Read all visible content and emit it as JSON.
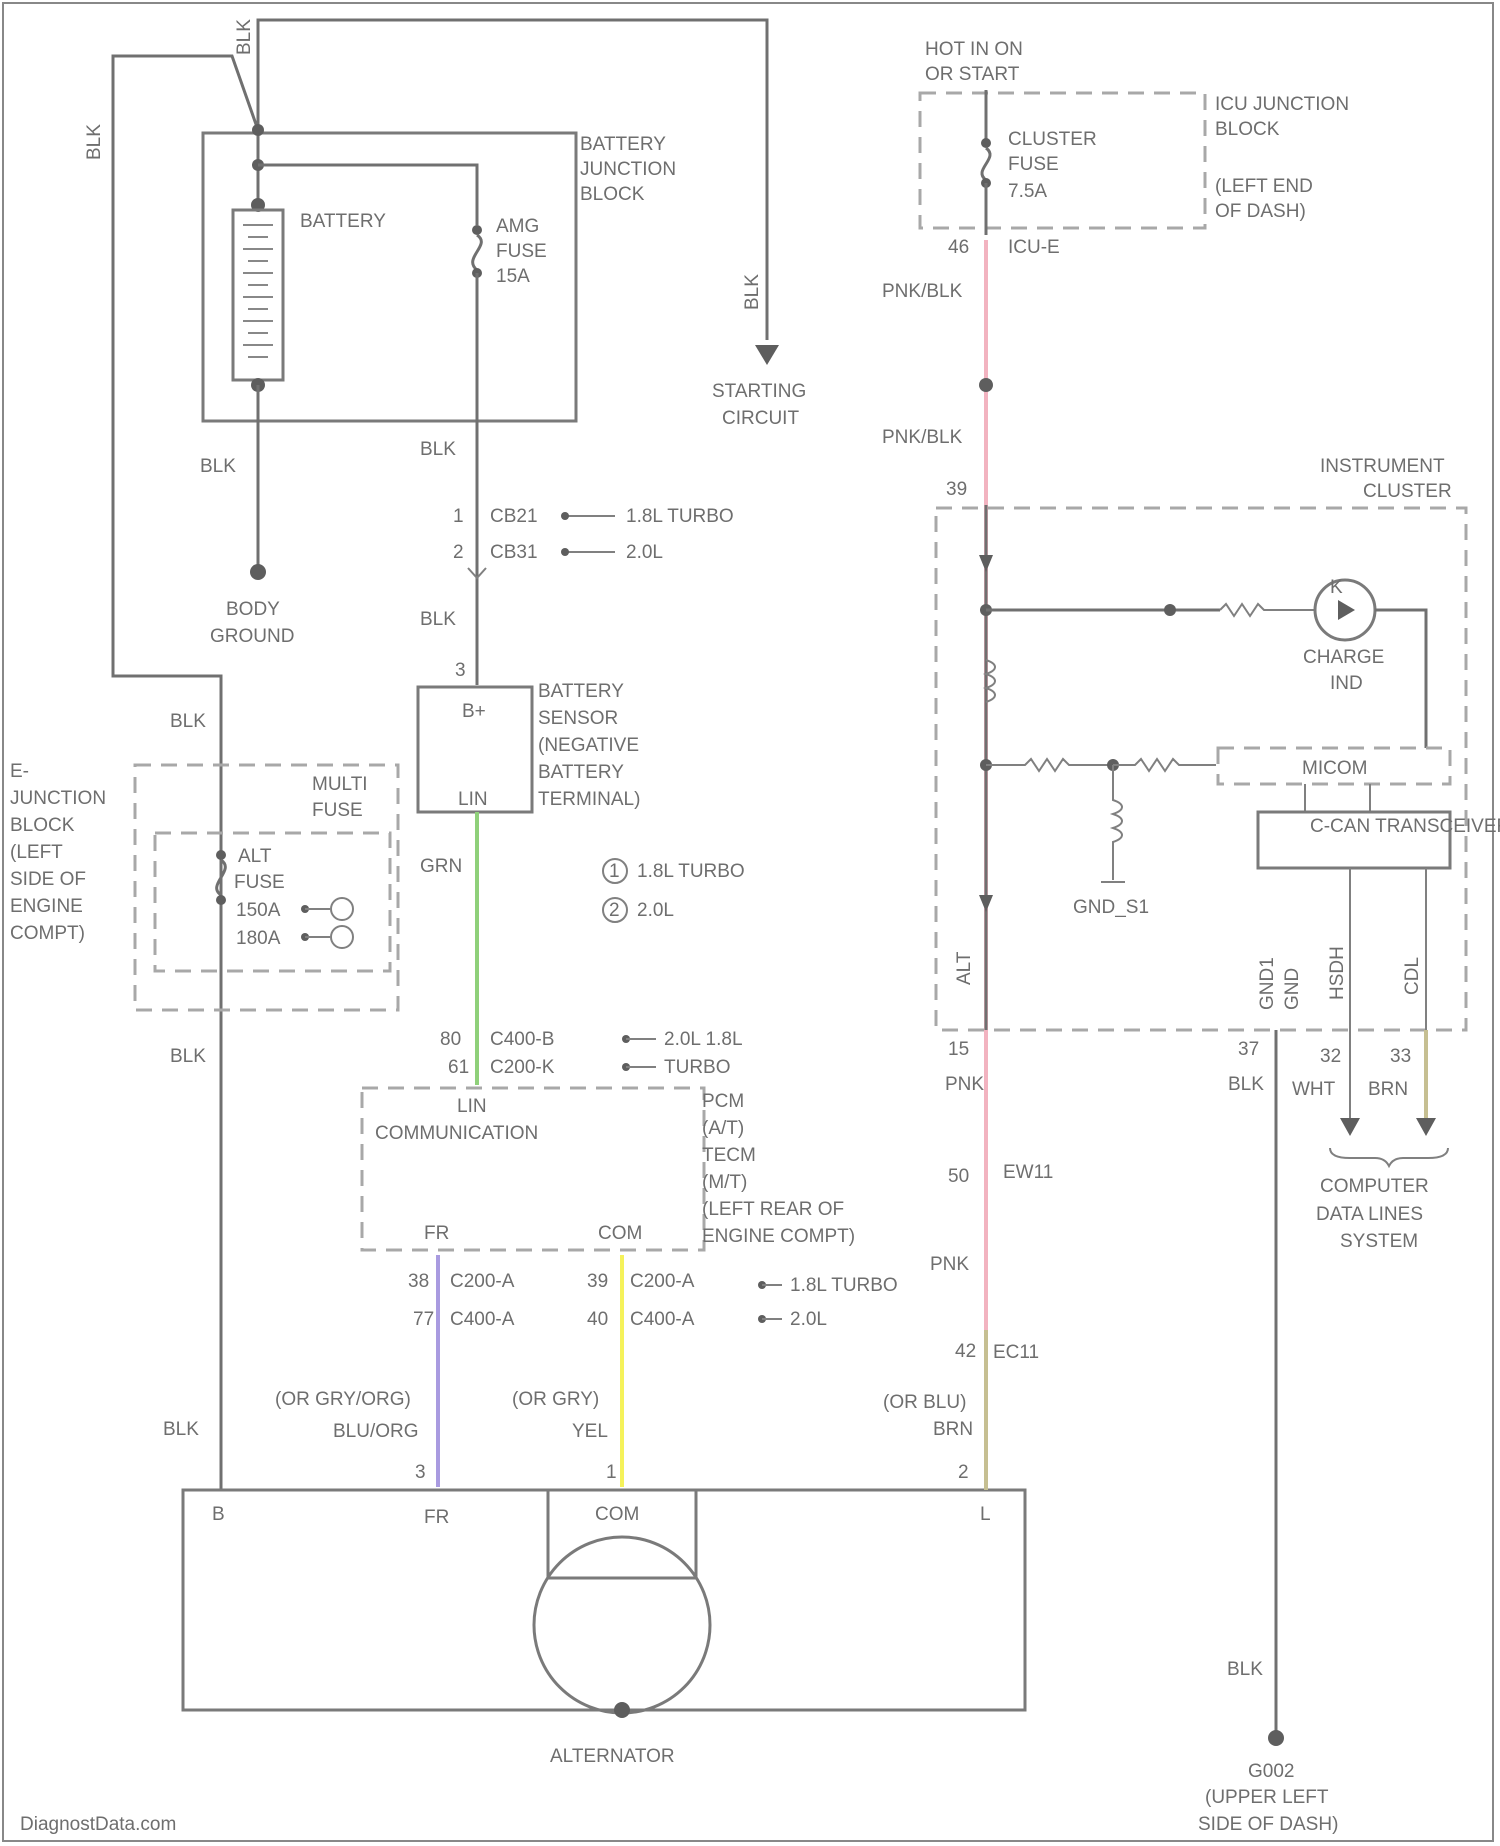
{
  "labels": {
    "hot_in_on": [
      "HOT IN ON",
      "OR START"
    ],
    "battery_jb": [
      "BATTERY",
      "JUNCTION",
      "BLOCK"
    ],
    "battery": "BATTERY",
    "amg_fuse": [
      "AMG",
      "FUSE",
      "15A"
    ],
    "icu_jb": [
      "ICU JUNCTION",
      "BLOCK"
    ],
    "icu_loc": [
      "(LEFT END",
      "OF DASH)"
    ],
    "cluster_fuse": [
      "CLUSTER",
      "FUSE",
      "7.5A"
    ],
    "icu_conn": [
      "46",
      "ICU-E"
    ],
    "blk": "BLK",
    "pnk_blk": "PNK/BLK",
    "pnk": "PNK",
    "starting": [
      "STARTING",
      "CIRCUIT"
    ],
    "instrument_cluster": [
      "INSTRUMENT",
      "CLUSTER"
    ],
    "pin39": "39",
    "cb_rows": [
      {
        "pin": "1",
        "conn": "CB21",
        "note": "1.8L TURBO"
      },
      {
        "pin": "2",
        "conn": "CB31",
        "note": "2.0L"
      }
    ],
    "body_ground": [
      "BODY",
      "GROUND"
    ],
    "charge_ind": [
      "CHARGE",
      "IND"
    ],
    "micom": "MICOM",
    "ccan": "C-CAN TRANSCEIVER",
    "gnd_s1": "GND_S1",
    "pin_bp": "B+",
    "pin_lin": "LIN",
    "battery_sensor": [
      "BATTERY",
      "SENSOR",
      "(NEGATIVE",
      "BATTERY",
      "TERMINAL)"
    ],
    "pin3": "3",
    "grn": "GRN",
    "legend": [
      {
        "num": "1",
        "text": "1.8L TURBO"
      },
      {
        "num": "2",
        "text": "2.0L"
      }
    ],
    "e_jb": [
      "E-",
      "JUNCTION",
      "BLOCK",
      "(LEFT",
      "SIDE OF",
      "ENGINE",
      "COMPT)"
    ],
    "multi_fuse": [
      "MULTI",
      "FUSE"
    ],
    "alt_fuse": [
      "ALT",
      "FUSE",
      "150A",
      "180A"
    ],
    "c_rows": [
      {
        "pin": "80",
        "conn": "C400-B",
        "note": "2.0L 1.8L"
      },
      {
        "pin": "61",
        "conn": "C200-K",
        "note": "TURBO"
      }
    ],
    "lin_comm": [
      "LIN",
      "COMMUNICATION"
    ],
    "pcm": [
      "PCM",
      "(A/T)",
      "TECM",
      "(M/T)",
      "(LEFT REAR OF",
      "ENGINE COMPT)"
    ],
    "fr": "FR",
    "com": "COM",
    "alt_label": "ALT",
    "gnd1": "GND1",
    "gnd2": "GND",
    "hsdh": "HSDH",
    "cdl": "CDL",
    "pin15": "15",
    "pin37": "37",
    "pin32": "32",
    "pin33": "33",
    "wht": "WHT",
    "brn": "BRN",
    "computer_data": [
      "COMPUTER",
      "DATA LINES",
      "SYSTEM"
    ],
    "ew11": [
      "50",
      "EW11"
    ],
    "ec11": [
      "42",
      "EC11"
    ],
    "fr_rows": [
      {
        "pin": "38",
        "conn": "C200-A"
      },
      {
        "pin": "77",
        "conn": "C400-A"
      }
    ],
    "com_rows": [
      {
        "pin": "39",
        "conn": "C200-A"
      },
      {
        "pin": "40",
        "conn": "C400-A"
      }
    ],
    "fr_notes": [
      "1.8L TURBO",
      "2.0L"
    ],
    "fr_wire": [
      "(OR GRY/ORG)",
      "BLU/ORG"
    ],
    "com_wire": [
      "(OR GRY)",
      "YEL"
    ],
    "pin1_wire": [
      "(OR BLU)",
      "BRN"
    ],
    "alt_pins": {
      "p3": "3",
      "p1": "1",
      "p2": "2"
    },
    "alt_box": {
      "b": "B",
      "fr": "FR",
      "com": "COM",
      "l": "L"
    },
    "alternator": "ALTERNATOR",
    "g002": [
      "G002",
      "(UPPER LEFT",
      "SIDE OF DASH)"
    ],
    "footer": "DiagnostData.com"
  },
  "colors": {
    "green": "#8fd07a",
    "pink": "#f2b3c0",
    "violet": "#a99be0",
    "yellow": "#f5f25a",
    "brown": "#c6bf92"
  }
}
